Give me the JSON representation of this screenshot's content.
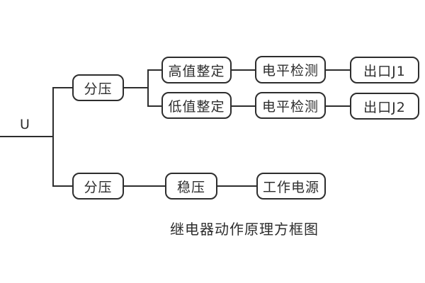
{
  "diagram": {
    "input_label": "U",
    "caption": "继电器动作原理方框图",
    "colors": {
      "background": "#ffffff",
      "box_fill": "#ffffff",
      "box_border": "#2d2d2d",
      "line": "#2d2d2d",
      "text": "#2d2d2d"
    },
    "nodes": {
      "divider_top": "分压",
      "high_setting": "高值整定",
      "low_setting": "低值整定",
      "level_detect_1": "电平检测",
      "output_j1": "出口J1",
      "level_detect_2": "电平检测",
      "output_j2": "出口J2",
      "divider_bottom": "分压",
      "regulator": "稳压",
      "working_power": "工作电源"
    }
  }
}
